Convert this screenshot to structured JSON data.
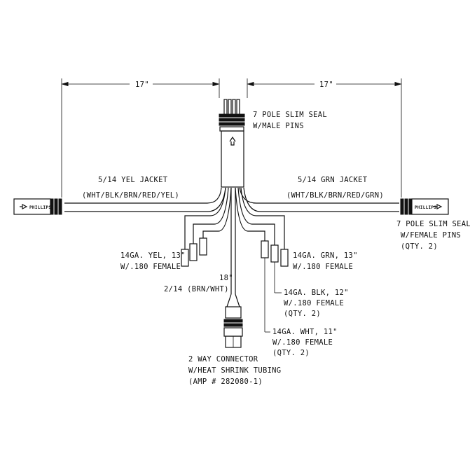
{
  "dimensions": {
    "left": "17\"",
    "right": "17\"",
    "center_lead": "18\""
  },
  "top_connector": {
    "line1": "7 POLE SLIM SEAL",
    "line2": "W/MALE PINS"
  },
  "left_jacket": {
    "line1": "5/14 YEL JACKET",
    "line2": "(WHT/BLK/BRN/RED/YEL)"
  },
  "right_jacket": {
    "line1": "5/14 GRN JACKET",
    "line2": "(WHT/BLK/BRN/RED/GRN)"
  },
  "female_plugs": {
    "line1": "7 POLE SLIM SEAL",
    "line2": "W/FEMALE PINS",
    "line3": "(QTY. 2)",
    "plug_text": "PHILLIPS"
  },
  "yel_terminal": {
    "line1": "14GA. YEL, 13\"",
    "line2": "W/.180 FEMALE"
  },
  "grn_terminal": {
    "line1": "14GA. GRN, 13\"",
    "line2": "W/.180 FEMALE"
  },
  "blk_terminal": {
    "line1": "14GA. BLK, 12\"",
    "line2": "W/.180 FEMALE",
    "line3": "(QTY. 2)"
  },
  "wht_terminal": {
    "line1": "14GA. WHT, 11\"",
    "line2": "W/.180 FEMALE",
    "line3": "(QTY. 2)"
  },
  "center_wire": {
    "label": "2/14 (BRN/WHT)"
  },
  "two_way": {
    "line1": "2 WAY CONNECTOR",
    "line2": "W/HEAT SHRINK TUBING",
    "line3": "(AMP # 282080-1)"
  }
}
